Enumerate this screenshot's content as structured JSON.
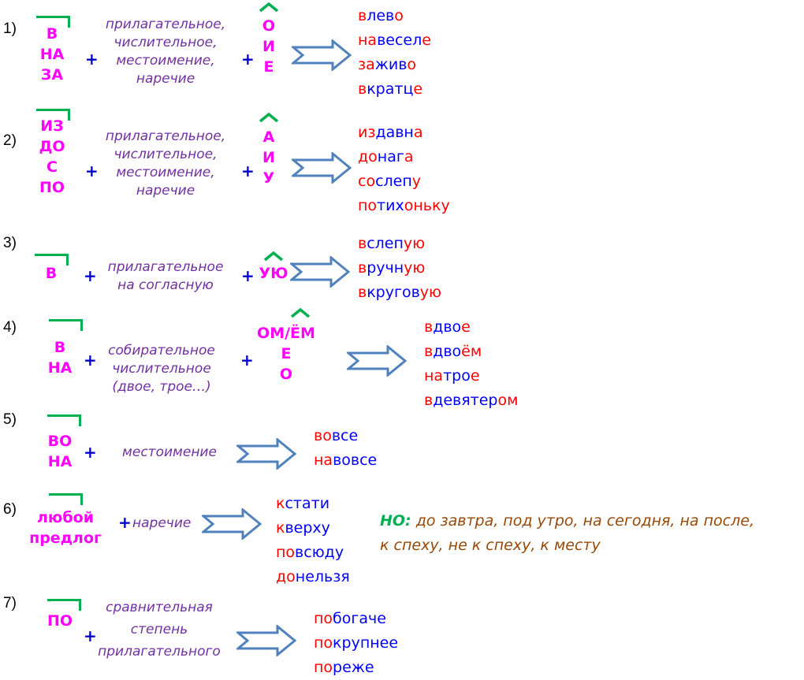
{
  "colors": {
    "prefix": "#ff00ff",
    "plus": "#0000cc",
    "part_of_speech": "#7030a0",
    "word_red": "#ff0000",
    "word_blue": "#0000ff",
    "mark_green": "#00b050",
    "arrow_blue": "#4f81bd",
    "exception": "#984807"
  },
  "rules": [
    {
      "num": "1)",
      "prefixes": [
        "В",
        "НА",
        "ЗА"
      ],
      "plus": "+",
      "pos": [
        "прилагательное,",
        "числительное,",
        "местоимение,",
        "наречие"
      ],
      "plus2": "+",
      "suffixes": [
        "О",
        "И",
        "Е"
      ],
      "words": [
        [
          [
            "в",
            "r"
          ],
          [
            "лев",
            "b"
          ],
          [
            "о",
            "r"
          ]
        ],
        [
          [
            "на",
            "r"
          ],
          [
            "весел",
            "b"
          ],
          [
            "е",
            "r"
          ]
        ],
        [
          [
            "за",
            "r"
          ],
          [
            "жив",
            "b"
          ],
          [
            "о",
            "r"
          ]
        ],
        [
          [
            "в",
            "r"
          ],
          [
            "кратц",
            "b"
          ],
          [
            "е",
            "r"
          ]
        ]
      ]
    },
    {
      "num": "2)",
      "prefixes": [
        "ИЗ",
        "ДО",
        "С",
        "ПО"
      ],
      "plus": "+",
      "pos": [
        "прилагательное,",
        "числительное,",
        "местоимение,",
        "наречие"
      ],
      "plus2": "+",
      "suffixes": [
        "А",
        "И",
        "У"
      ],
      "words": [
        [
          [
            "из",
            "r"
          ],
          [
            "давн",
            "b"
          ],
          [
            "а",
            "r"
          ]
        ],
        [
          [
            "до",
            "r"
          ],
          [
            "наг",
            "b"
          ],
          [
            "а",
            "r"
          ]
        ],
        [
          [
            "со",
            "r"
          ],
          [
            "слеп",
            "b"
          ],
          [
            "у",
            "r"
          ]
        ],
        [
          [
            "по",
            "r"
          ],
          [
            "тих",
            "b"
          ],
          [
            "оньку",
            "r"
          ]
        ]
      ]
    },
    {
      "num": "3)",
      "prefixes": [
        "В"
      ],
      "plus": "+",
      "pos": [
        "прилагательное",
        "на согласную"
      ],
      "plus2": "+",
      "suffixes": [
        "УЮ"
      ],
      "words": [
        [
          [
            "в",
            "r"
          ],
          [
            "слеп",
            "b"
          ],
          [
            "ую",
            "r"
          ]
        ],
        [
          [
            "в",
            "r"
          ],
          [
            "ручн",
            "b"
          ],
          [
            "ую",
            "r"
          ]
        ],
        [
          [
            "в",
            "r"
          ],
          [
            "кругов",
            "b"
          ],
          [
            "ую",
            "r"
          ]
        ]
      ]
    },
    {
      "num": "4)",
      "prefixes": [
        "В",
        "НА"
      ],
      "plus": "+",
      "pos": [
        "собирательное",
        "числительное",
        "(двое, трое…)"
      ],
      "plus2": "+",
      "suffixes": [
        "ОМ/ЁМ",
        "Е",
        "О"
      ],
      "words": [
        [
          [
            "в",
            "r"
          ],
          [
            "дво",
            "b"
          ],
          [
            "е",
            "r"
          ]
        ],
        [
          [
            "в",
            "r"
          ],
          [
            "дво",
            "b"
          ],
          [
            "ём",
            "r"
          ]
        ],
        [
          [
            "на",
            "r"
          ],
          [
            "тро",
            "b"
          ],
          [
            "е",
            "r"
          ]
        ],
        [
          [
            "в",
            "r"
          ],
          [
            "девятер",
            "b"
          ],
          [
            "ом",
            "r"
          ]
        ]
      ]
    },
    {
      "num": "5)",
      "prefixes": [
        "ВО",
        "НА"
      ],
      "plus": "+",
      "pos": [
        "местоимение"
      ],
      "words": [
        [
          [
            "во",
            "r"
          ],
          [
            "все",
            "b"
          ]
        ],
        [
          [
            "на",
            "r"
          ],
          [
            "вовсе",
            "b"
          ]
        ]
      ]
    },
    {
      "num": "6)",
      "prefixes": [
        "любой",
        "предлог"
      ],
      "plus": "+",
      "pos": [
        "наречие"
      ],
      "words": [
        [
          [
            "к",
            "r"
          ],
          [
            "стати",
            "b"
          ]
        ],
        [
          [
            "к",
            "r"
          ],
          [
            "верху",
            "b"
          ]
        ],
        [
          [
            "по",
            "r"
          ],
          [
            "всюду",
            "b"
          ]
        ],
        [
          [
            "до",
            "r"
          ],
          [
            "нельзя",
            "b"
          ]
        ]
      ],
      "note_label": "НО:",
      "note_lines": [
        "до завтра, под утро, на сегодня, на после,",
        "к спеху, не к спеху, к месту"
      ]
    },
    {
      "num": "7)",
      "prefixes": [
        "ПО"
      ],
      "plus": "+",
      "pos": [
        "сравнительная",
        "степень",
        "прилагательного"
      ],
      "words": [
        [
          [
            "по",
            "r"
          ],
          [
            "богаче",
            "b"
          ]
        ],
        [
          [
            "по",
            "r"
          ],
          [
            "крупнее",
            "b"
          ]
        ],
        [
          [
            "по",
            "r"
          ],
          [
            "реже",
            "b"
          ]
        ]
      ]
    }
  ]
}
